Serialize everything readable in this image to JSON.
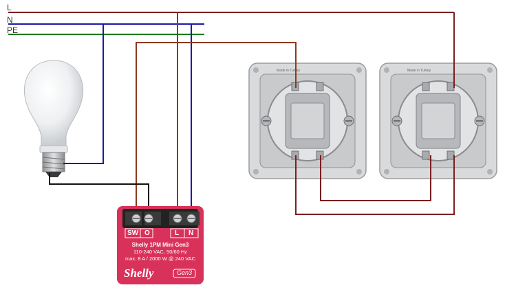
{
  "rails": {
    "L": "L",
    "N": "N",
    "PE": "PE"
  },
  "device": {
    "model": "Shelly 1PM Mini Gen3",
    "voltage": "110-240 VAC, 50/60 Hz",
    "rating": "max. 8 A / 2000 W @ 240 VAC",
    "brand": "Shelly",
    "gen": "Gen3",
    "terminals": {
      "sw": "SW",
      "o": "O",
      "l": "L",
      "n": "N"
    }
  },
  "switches": {
    "made_in": "Made in Turkey"
  },
  "colors": {
    "live": "#7a1f1f",
    "live_alt": "#8a3a1f",
    "neutral": "#1a1aa6",
    "earth": "#1a7a1a",
    "black": "#111111",
    "shelly": "#d8325a"
  }
}
